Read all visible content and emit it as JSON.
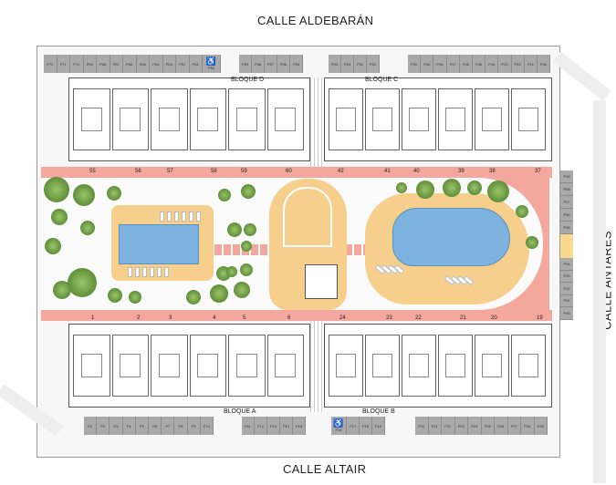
{
  "streets": {
    "north": "CALLE ALDEBARÁN",
    "south": "CALLE ALTAIR",
    "east": "CALLE ANTARES"
  },
  "blocks": {
    "a": "BLOQUE A",
    "b": "BLOQUE B",
    "c": "BLOQUE C",
    "d": "BLOQUE D"
  },
  "parking": {
    "north_left": [
      "P72",
      "P71",
      "P70",
      "P69",
      "P68",
      "P67",
      "P66",
      "P65",
      "P64",
      "P63",
      "P62",
      "P61"
    ],
    "north_accessible": "P60",
    "north_mid": [
      "P59",
      "P58",
      "P57",
      "P56",
      "P55"
    ],
    "north_right_a": [
      "P54",
      "P53",
      "P52",
      "P51"
    ],
    "north_right_b": [
      "P50",
      "P49",
      "P48",
      "P47",
      "P46",
      "P45",
      "P44",
      "P43",
      "P42",
      "P41",
      "P40"
    ],
    "east_upper": [
      "P39",
      "P38",
      "P37",
      "P36",
      "P35"
    ],
    "east_lower": [
      "P34",
      "P33",
      "P32",
      "P31",
      "P30"
    ],
    "south_left": [
      "P1",
      "P2",
      "P3",
      "P4",
      "P5",
      "P6",
      "P7",
      "P8",
      "P9",
      "P10"
    ],
    "south_mid": [
      "P11",
      "P12",
      "P13",
      "P14",
      "P15"
    ],
    "south_accessible": "P16",
    "south_right_a": [
      "P17",
      "P18",
      "P19"
    ],
    "south_right_b": [
      "P20",
      "P21",
      "P22",
      "P23",
      "P24",
      "P25",
      "P26",
      "P27",
      "P28",
      "P29"
    ]
  },
  "units": {
    "north": [
      "55",
      "56",
      "57",
      "58",
      "59",
      "60",
      "42",
      "41",
      "40",
      "39",
      "38",
      "37"
    ],
    "south": [
      "1",
      "2",
      "3",
      "4",
      "5",
      "6",
      "24",
      "23",
      "22",
      "21",
      "20",
      "19"
    ]
  },
  "colors": {
    "walkway": "#f3a79d",
    "sand": "#f6cf8d",
    "water": "#7fb3df",
    "parking": "#a9a9a9",
    "trees": "#5f8f3a"
  },
  "icons": {
    "accessible": "wheelchair-icon"
  }
}
